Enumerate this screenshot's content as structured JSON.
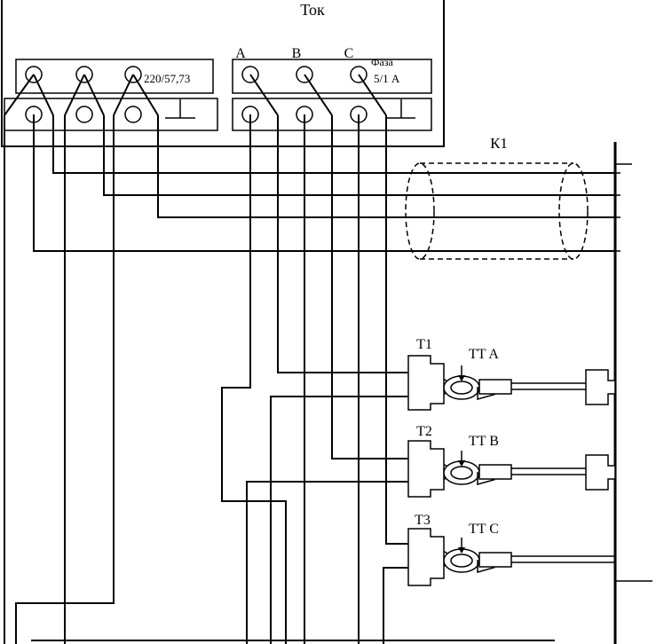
{
  "header": {
    "title": "Ток"
  },
  "voltage_block": {
    "label": "220/57,73"
  },
  "current_block": {
    "phases": [
      "A",
      "B",
      "C"
    ],
    "label_top": "Фаза",
    "label_bottom": "5/1 А"
  },
  "cable": {
    "label": "К1"
  },
  "transformers": [
    {
      "t_label": "T1",
      "ct_label": "TT A"
    },
    {
      "t_label": "T2",
      "ct_label": "TT B"
    },
    {
      "t_label": "T3",
      "ct_label": "TT C"
    }
  ],
  "right_bus": {
    "label": ""
  }
}
